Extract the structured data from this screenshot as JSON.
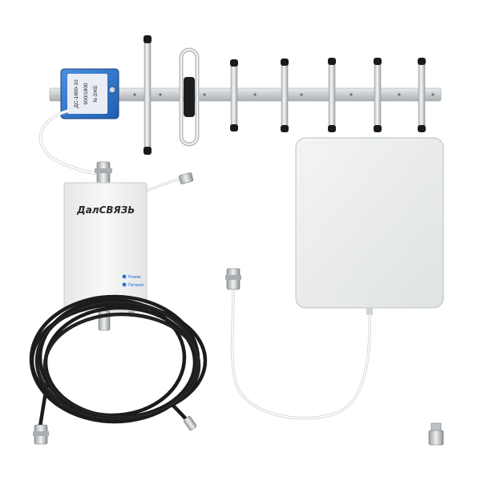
{
  "product": {
    "booster": {
      "brand": "ДалСВЯЗЬ",
      "led_mode": "Режим",
      "led_power": "Питание",
      "colors": {
        "led": "#2a6fd6",
        "body": "#f1f2f2"
      }
    },
    "yagi_antenna": {
      "splitter_label_lines": [
        "ДС-1800-10",
        "900/1800",
        "N-3ЖБ"
      ],
      "colors": {
        "splitter": "#2f73c7",
        "boom": "#cfd3d6"
      }
    },
    "panel_antenna": {
      "colors": {
        "panel": "#eceeef"
      }
    },
    "coax_cable": {
      "colors": {
        "cable": "#1c1c1c"
      }
    }
  }
}
